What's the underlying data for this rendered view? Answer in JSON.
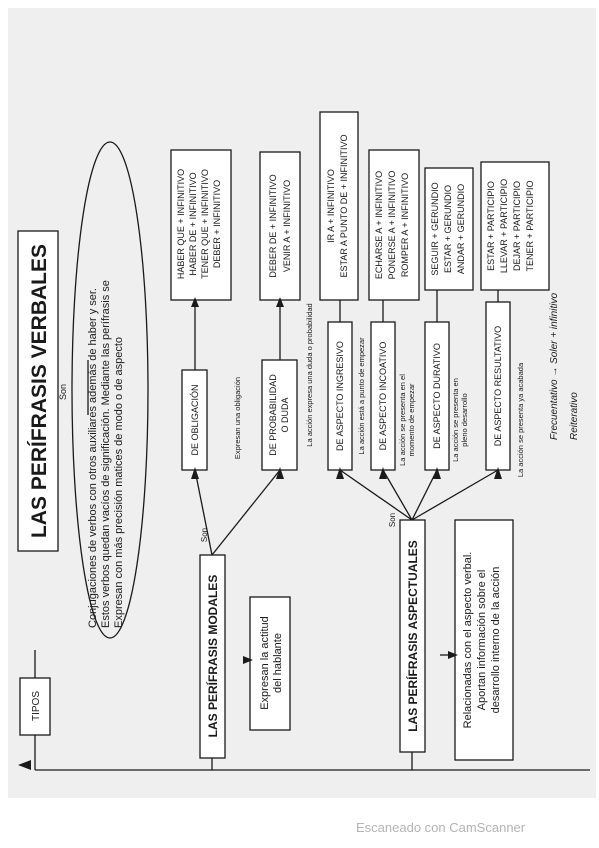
{
  "title": "LAS PERÍFRASIS VERBALES",
  "labels": {
    "son": "Son",
    "tipos": "TIPOS"
  },
  "definition": [
    "Conjugaciones de verbos con otros auxiliares además de haber y ser.",
    "Estos verbos quedan vacíos de significación. Mediante las perífrasis se",
    "Expresan con más precisión matices de modo o de aspecto"
  ],
  "modales": {
    "label": "LAS PERÍFRASIS MODALES",
    "note": [
      "Expresan la actitud",
      "del hablante"
    ],
    "types": [
      {
        "label": "DE OBLIGACIÓN",
        "desc": "Expresan una obligación",
        "forms": [
          "HABER QUE + INFINITIVO",
          "HABER DE + INFINITIVO",
          "TENER QUE + INFINITIVO",
          "DEBER + INFINITIVO"
        ]
      },
      {
        "label": [
          "DE PROBABILIDAD",
          "O DUDA"
        ],
        "desc": "La acción expresa una duda o probabilidad",
        "forms": [
          "DEBER DE + INFINITIVO",
          "VENIR A + INFINITIVO"
        ]
      }
    ]
  },
  "aspectuales": {
    "label": "LAS PERÍFRASIS ASPECTUALES",
    "note": [
      "Relacionadas con el aspecto verbal.",
      "Aportan información sobre el",
      "desarrollo interno de la acción"
    ],
    "types": [
      {
        "label": "DE ASPECTO INGRESIVO",
        "desc": [
          "La acción está a punto de empezar"
        ],
        "forms": [
          "IR A + INFINITIVO",
          "ESTAR A PUNTO DE + INFINITIVO"
        ]
      },
      {
        "label": "DE ASPECTO INCOATIVO",
        "desc": [
          "La acción se presenta en el",
          "momento de empezar"
        ],
        "forms": [
          "ECHARSE A + INFINITIVO",
          "PONERSE A + INFINITIVO",
          "ROMPER A + INFINITIVO"
        ]
      },
      {
        "label": "DE ASPECTO DURATIVO",
        "desc": [
          "La acción se presenta en",
          "pleno desarrollo"
        ],
        "forms": [
          "SEGUIR + GERUNDIO",
          "ESTAR + GERUNDIO",
          "ANDAR + GERUNDIO"
        ]
      },
      {
        "label": "DE ASPECTO RESULTATIVO",
        "desc": [
          "La acción se presenta ya acabada"
        ],
        "forms": [
          "ESTAR + PARTICIPIO",
          "LLEVAR + PARTICIPIO",
          "DEJAR + PARTICIPIO",
          "TENER + PARTICIPIO"
        ]
      }
    ]
  },
  "handwritten": [
    "Frecuentativo → Soler + infinitivo",
    "Reiterativo"
  ],
  "watermark": "Escaneado con CamScanner",
  "colors": {
    "ink": "#1a1a1a",
    "paper": "#efefef",
    "watermark": "#b4b4b4"
  }
}
